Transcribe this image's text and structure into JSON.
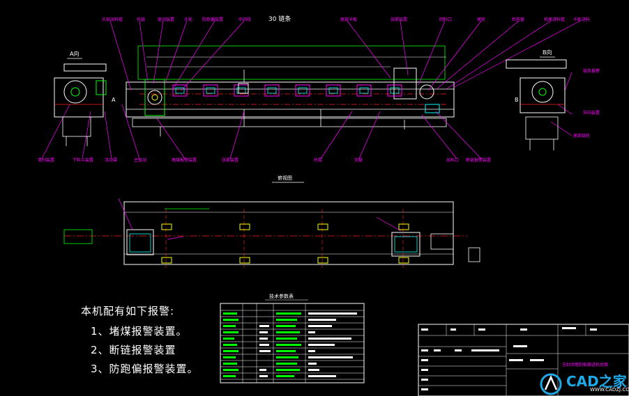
{
  "drawing": {
    "section_label_top": "30 链条",
    "view_label_a": "A向",
    "view_label_b": "B向",
    "marker_a": "A",
    "marker_b": "B",
    "plan_label": "俯视图",
    "cad_label": "CAD"
  },
  "notes": {
    "heading": "本机配有如下报警:",
    "items": [
      "1、堵煤报警装置。",
      "2、断链报警装置",
      "3、防跑偏报警装置。"
    ]
  },
  "tech_table": {
    "title": "技术参数表"
  },
  "title_block": {
    "drawing_name": "全封闭埋刮板输送机总图"
  },
  "watermark": {
    "text": "CAD之家",
    "url": "WWW.CADZJ.COM"
  },
  "colors": {
    "background": "#000000",
    "white": "#ffffff",
    "magenta": "#ff00ff",
    "cyan": "#00ffff",
    "green": "#00ff00",
    "yellow": "#ffff00",
    "red": "#ff2020",
    "blue": "#4040ff"
  }
}
